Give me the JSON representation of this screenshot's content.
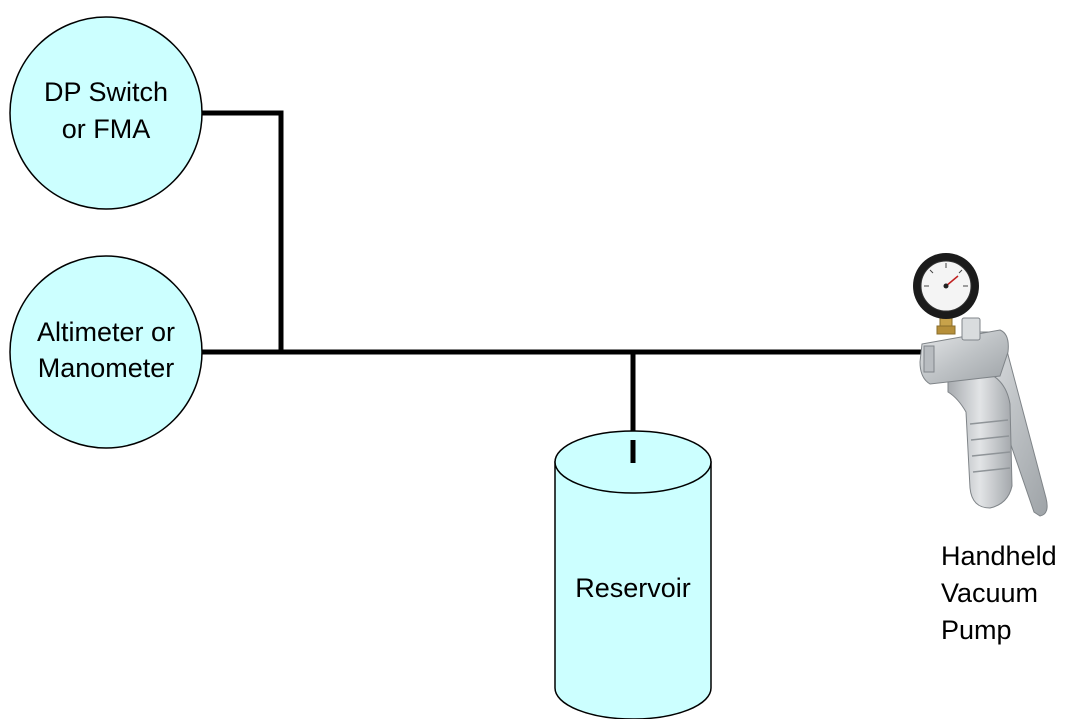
{
  "colors": {
    "node_fill": "#ccffff",
    "stroke": "#000000",
    "pipe": "#000000",
    "background": "#ffffff",
    "pump_metal": "#c9ccce",
    "gauge_face": "#f4f4f4"
  },
  "nodes": {
    "dp_switch": {
      "shape": "circle",
      "line1": "DP Switch",
      "line2": "or FMA"
    },
    "altimeter": {
      "shape": "circle",
      "line1": "Altimeter or",
      "line2": "Manometer"
    },
    "reservoir": {
      "shape": "cylinder",
      "label": "Reservoir"
    },
    "pump": {
      "shape": "handheld-vacuum-pump-icon",
      "line1": "Handheld",
      "line2": "Vacuum",
      "line3": "Pump"
    }
  }
}
